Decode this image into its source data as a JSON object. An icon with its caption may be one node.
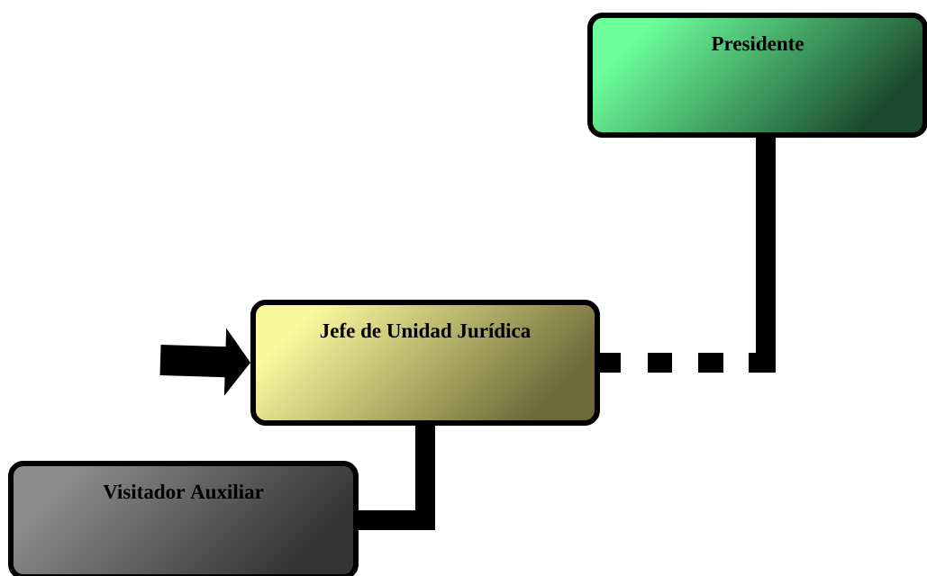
{
  "diagram": {
    "nodes": [
      {
        "text": [
          "Presidente"
        ]
      },
      {
        "text": [
          "Jefe de Unidad Jurídica"
        ]
      },
      {
        "text": [
          "Visitador Auxiliar"
        ]
      }
    ],
    "edges": [
      {
        "from": 0,
        "to": 1,
        "arrow": "none",
        "style": "dashed"
      },
      {
        "from": 1,
        "to": 2,
        "arrow": "none"
      },
      {
        "from": null,
        "to": 1,
        "arrow": "to"
      }
    ]
  }
}
